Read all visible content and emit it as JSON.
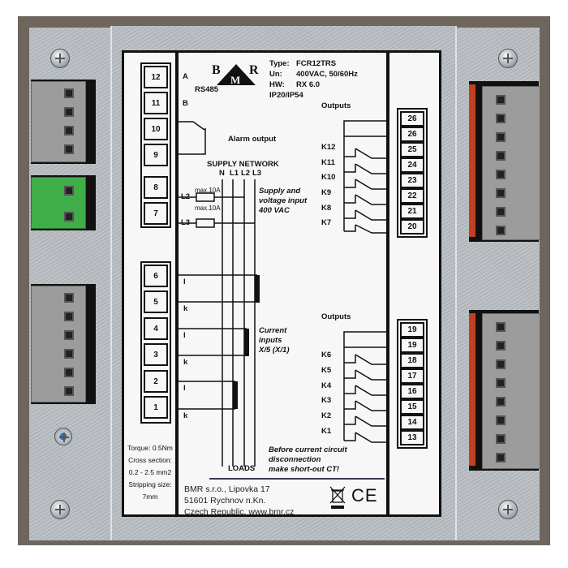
{
  "device": {
    "brand": "BMR",
    "logo": {
      "left": "B",
      "center": "M",
      "right": "R"
    },
    "specs": [
      {
        "key": "Type:",
        "value": "FCR12TRS"
      },
      {
        "key": "Un:",
        "value": "400VAC, 50/60Hz"
      },
      {
        "key": "HW:",
        "value": "RX 6.0"
      }
    ],
    "protection": "IP20/IP54"
  },
  "left_terminals_top": [
    "12",
    "11",
    "10",
    "9",
    "8",
    "7"
  ],
  "left_terminals_bottom": [
    "6",
    "5",
    "4",
    "3",
    "2",
    "1"
  ],
  "right_terminals_top": [
    "26",
    "26",
    "25",
    "24",
    "23",
    "22",
    "21",
    "20"
  ],
  "right_terminals_bottom": [
    "19",
    "19",
    "18",
    "17",
    "16",
    "15",
    "14",
    "13"
  ],
  "schematic": {
    "rs485": {
      "a": "A",
      "b": "B",
      "label": "RS485"
    },
    "alarm_output": "Alarm output",
    "supply_network": "SUPPLY NETWORK",
    "phases": [
      "N",
      "L1",
      "L2",
      "L3"
    ],
    "fuse_label": "max.10A",
    "voltage_inputs": [
      "L2",
      "L3"
    ],
    "supply_text": [
      "Supply and",
      "voltage input",
      "400 VAC"
    ],
    "current_pins": [
      "l",
      "k",
      "l",
      "k",
      "l",
      "k"
    ],
    "current_text": [
      "Current",
      "inputs",
      "X/5 (X/1)"
    ],
    "loads": "LOADS",
    "outputs_label": "Outputs",
    "relays_top": [
      "K12",
      "K11",
      "K10",
      "K9",
      "K8",
      "K7"
    ],
    "relays_bottom": [
      "K6",
      "K5",
      "K4",
      "K3",
      "K2",
      "K1"
    ],
    "warning": [
      "Before current circuit",
      "disconnection",
      "make short-out CT!"
    ]
  },
  "wiring_spec": [
    "Torque: 0.5Nm",
    "Cross section:",
    "0.2 - 2.5 mm2",
    "Stripping size:",
    "7mm"
  ],
  "manufacturer": [
    "BMR s.r.o., Lipovka 17",
    "51601 Rychnov n.Kn.",
    "Czech Republic, www.bmr.cz"
  ],
  "marks": {
    "weee": "weee-bin-icon",
    "ce": "CE"
  },
  "colors": {
    "metal": "#b7bcc1",
    "frame": "#6e655d",
    "connector_gray": "#9c9c9c",
    "connector_green": "#3fae48",
    "accent_red": "#c0401f"
  }
}
